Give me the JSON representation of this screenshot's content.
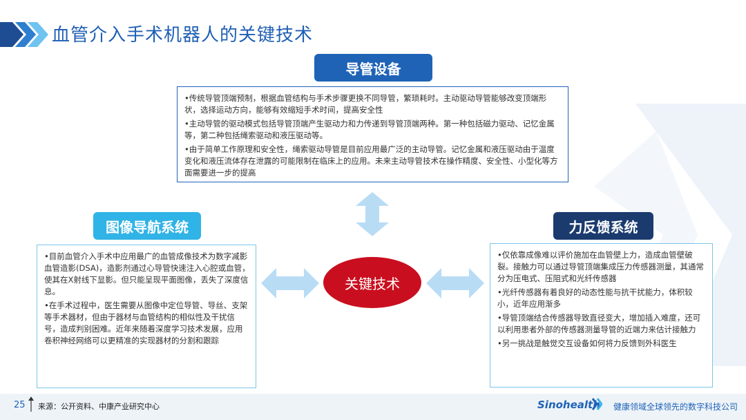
{
  "title": "血管介入手术机器人的关键技术",
  "center_label": "关键技术",
  "sections": {
    "catheter": {
      "heading": "导管设备",
      "paragraphs": [
        "•传统导管顶端预制，根据血管结构与手术步骤更换不同导管，繁琐耗时。主动驱动导管能够改变顶端形状，选择运动方向，能够有效缩短手术时间，提高安全性",
        "•主动导管的驱动模式包括导管顶端产生驱动力和力传递到导管顶端两种。第一种包括磁力驱动、记忆金属等，第二种包括绳索驱动和液压驱动等。",
        "•由于简单工作原理和安全性，绳索驱动导管是目前应用最广泛的主动导管。记忆金属和液压驱动由于温度变化和液压流体存在泄露的可能限制在临床上的应用。未来主动导管技术在操作精度、安全性、小型化等方面需要进一步的提高"
      ]
    },
    "imaging": {
      "heading": "图像导航系统",
      "paragraphs": [
        "•目前血管介入手术中应用最广的血管成像技术为数字减影血管造影(DSA)，造影剂通过心导管快速注入心腔或血管，使其在X射线下显影。但只能呈现平面图像，丢失了深度信息。",
        "•在手术过程中，医生需要从图像中定位导管、导丝、支架等手术器材，但由于器材与血管结构的相似性及干扰信号，造成判别困难。近年来随着深度学习技术发展，应用卷积神经网络可以更精准的实现器材的分割和跟踪"
      ]
    },
    "force": {
      "heading": "力反馈系统",
      "paragraphs": [
        "•仅依靠成像难以评价施加在血管壁上力，造成血管壁破裂。接触力可以通过导管顶端集成压力传感器测量，其通常分为压电式、压阻式和光纤传感器",
        "•光纤传感器有着良好的动态性能与抗干扰能力，体积较小，近年应用渐多",
        "•导管顶端结合传感器导致直径变大，增加插入难度，还可以利用患者外部的传感器测量导管的近端力来估计接触力",
        "•另一挑战是触觉交互设备如何将力反馈到外科医生"
      ]
    }
  },
  "footer": {
    "page_number": "25",
    "source": "来源：公开资料、中康产业研究中心",
    "logo": "Sinohealth",
    "tagline": "健康领域全球领先的数字科技公司"
  },
  "colors": {
    "title_blue": "#1f5fb4",
    "catheter_pill": "#1f63b7",
    "imaging_pill": "#30b3e6",
    "force_pill": "#1b3b6f",
    "center_red": "#c90f1f",
    "arrow_blue": "#b9dcf5"
  }
}
